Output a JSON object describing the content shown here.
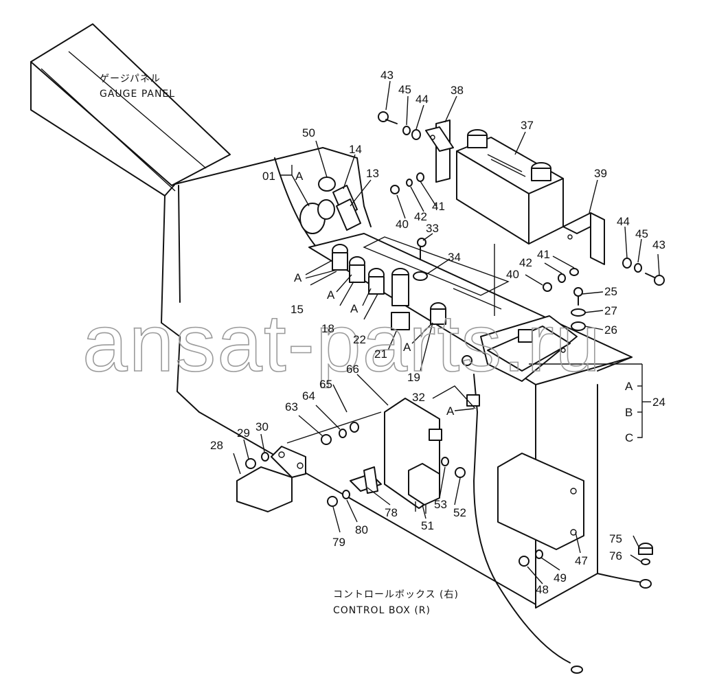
{
  "captions": {
    "gauge_panel_jp": "ゲージパネル",
    "gauge_panel_en": "GAUGE PANEL",
    "control_box_jp": "コントロールボックス (右)",
    "control_box_en": "CONTROL BOX (R)"
  },
  "watermark": "ansat-parts.ru",
  "callouts": [
    "43",
    "45",
    "44",
    "38",
    "37",
    "50",
    "14",
    "01",
    "A",
    "13",
    "39",
    "40",
    "42",
    "41",
    "33",
    "44",
    "45",
    "43",
    "34",
    "42",
    "41",
    "40",
    "A",
    "15",
    "A",
    "18",
    "A",
    "22",
    "25",
    "27",
    "26",
    "21",
    "A",
    "19",
    "66",
    "65",
    "64",
    "63",
    "32",
    "A",
    "A",
    "B",
    "C",
    "24",
    "29",
    "30",
    "28",
    "53",
    "52",
    "78",
    "51",
    "79",
    "80",
    "75",
    "76",
    "47",
    "49",
    "48"
  ]
}
